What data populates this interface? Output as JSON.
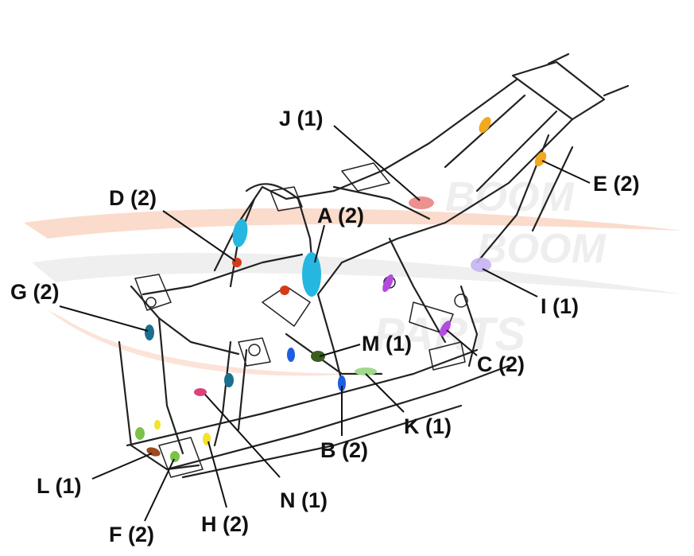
{
  "watermark": {
    "line1": "BOOM",
    "line2": "BOOM",
    "line3": "PARTS",
    "colors": {
      "swoosh_orange": "#f3b08f",
      "swoosh_gray": "#d0d0d0",
      "text_gray": "#c8c8c8"
    }
  },
  "callouts": [
    {
      "id": "J",
      "text": "J (1)",
      "color": "#e97d7d"
    },
    {
      "id": "E",
      "text": "E (2)",
      "color": "#f2a91f"
    },
    {
      "id": "D",
      "text": "D (2)",
      "color": "#d43a1a"
    },
    {
      "id": "A",
      "text": "A (2)",
      "color": "#25b7e0"
    },
    {
      "id": "G",
      "text": "G (2)",
      "color": "#1c6f8c"
    },
    {
      "id": "I",
      "text": "I (1)",
      "color": "#c7b3f2"
    },
    {
      "id": "M",
      "text": "M (1)",
      "color": "#3a5f1e"
    },
    {
      "id": "C",
      "text": "C (2)",
      "color": "#b44adf"
    },
    {
      "id": "K",
      "text": "K (1)",
      "color": "#9fd98a"
    },
    {
      "id": "B",
      "text": "B (2)",
      "color": "#1d5fe0"
    },
    {
      "id": "L",
      "text": "L (1)",
      "color": "#9b4a22"
    },
    {
      "id": "N",
      "text": "N (1)",
      "color": "#e0407a"
    },
    {
      "id": "H",
      "text": "H (2)",
      "color": "#f2e22a"
    },
    {
      "id": "F",
      "text": "F (2)",
      "color": "#7cc24a"
    }
  ]
}
